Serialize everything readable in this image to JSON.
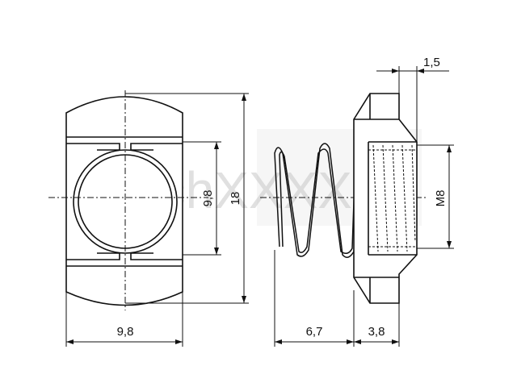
{
  "watermark": {
    "text": "TechXXXX"
  },
  "dimensions": {
    "top_thickness": "1,5",
    "bore_width": "9,8",
    "nut_height": "18",
    "thread": "M8",
    "nut_width": "9,8",
    "spring_length": "6,7",
    "nut_depth": "3,8"
  },
  "colors": {
    "line": "#111111",
    "fill": "#ffffff",
    "watermark": "#c8c8c8"
  }
}
